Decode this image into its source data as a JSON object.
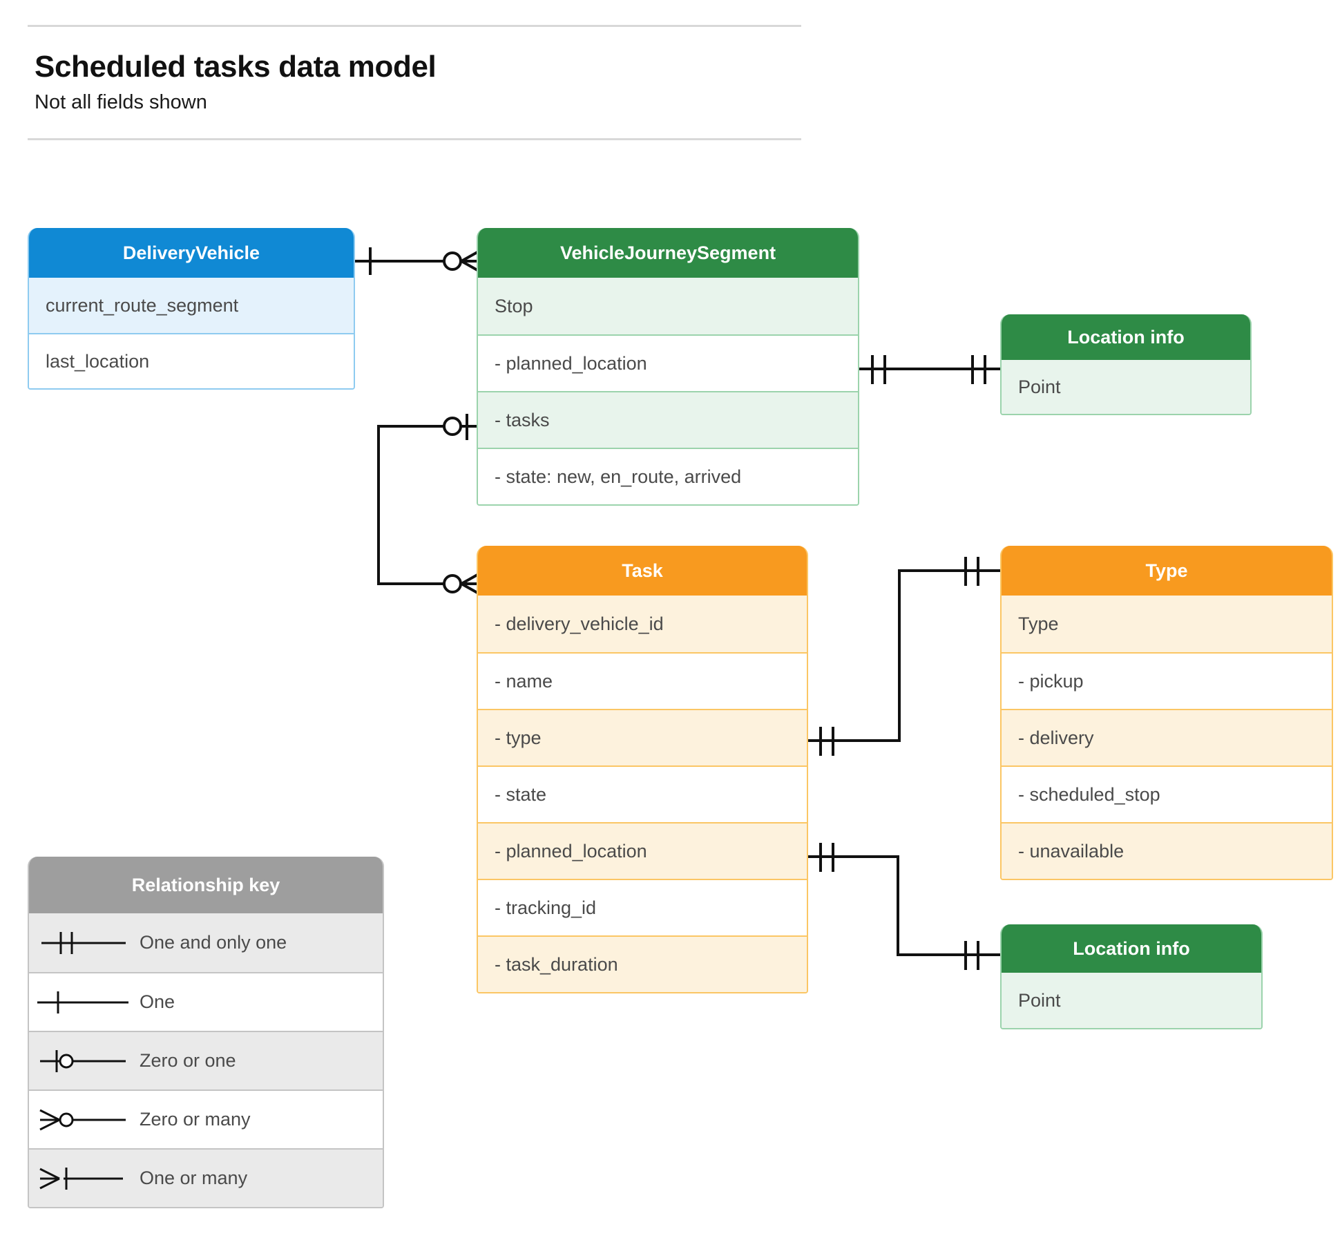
{
  "header": {
    "title": "Scheduled tasks data model",
    "subtitle": "Not all fields shown"
  },
  "colors": {
    "blue_header": "#1089d4",
    "blue_border": "#8ecbf0",
    "blue_alt_row": "#e4f2fc",
    "green_header": "#2e8b46",
    "green_border": "#9bd3ac",
    "green_alt_row": "#e8f4ec",
    "orange_header": "#f89a1f",
    "orange_border": "#fbc664",
    "orange_alt_row": "#fdf2dd",
    "grey_header": "#9e9e9e",
    "grey_border": "#c4c4c4",
    "grey_alt_row": "#eaeaea",
    "connector": "#111111",
    "text": "#4a4a4a"
  },
  "entities": {
    "delivery_vehicle": {
      "title": "DeliveryVehicle",
      "rows": [
        "current_route_segment",
        "last_location"
      ]
    },
    "vehicle_journey_segment": {
      "title": "VehicleJourneySegment",
      "rows": [
        "Stop",
        "-  planned_location",
        "- tasks",
        "- state: new, en_route, arrived"
      ]
    },
    "location_info_top": {
      "title": "Location info",
      "rows": [
        "Point"
      ]
    },
    "location_info_bottom": {
      "title": "Location info",
      "rows": [
        "Point"
      ]
    },
    "task": {
      "title": "Task",
      "rows": [
        "- delivery_vehicle_id",
        "- name",
        "- type",
        "- state",
        "- planned_location",
        "- tracking_id",
        "- task_duration"
      ]
    },
    "type": {
      "title": "Type",
      "rows": [
        "Type",
        "-   pickup",
        "-   delivery",
        "-   scheduled_stop",
        "-   unavailable"
      ]
    }
  },
  "legend": {
    "title": "Relationship key",
    "items": [
      {
        "label": "One and only one",
        "symbol": "one-and-only-one"
      },
      {
        "label": "One",
        "symbol": "one"
      },
      {
        "label": "Zero or one",
        "symbol": "zero-or-one"
      },
      {
        "label": "Zero or many",
        "symbol": "zero-or-many"
      },
      {
        "label": "One or many",
        "symbol": "one-or-many"
      }
    ]
  },
  "relationships": [
    {
      "from": "DeliveryVehicle",
      "from_card": "one",
      "to": "VehicleJourneySegment",
      "to_card": "zero-or-many"
    },
    {
      "from": "VehicleJourneySegment.tasks",
      "from_card": "zero-or-one",
      "to": "Task",
      "to_card": "zero-or-many"
    },
    {
      "from": "VehicleJourneySegment.planned_location",
      "from_card": "one-and-only-one",
      "to": "Location info",
      "to_card": "one-and-only-one"
    },
    {
      "from": "Task.type",
      "from_card": "one-and-only-one",
      "to": "Type",
      "to_card": "one-and-only-one"
    },
    {
      "from": "Task.planned_location",
      "from_card": "one-and-only-one",
      "to": "Location info",
      "to_card": "one-and-only-one"
    }
  ]
}
